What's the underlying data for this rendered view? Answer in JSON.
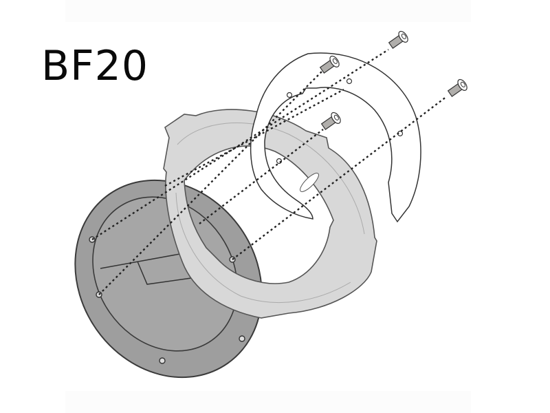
{
  "title": "BF20",
  "diagram": {
    "type": "exploded-assembly",
    "parts": [
      {
        "name": "fuel-cap-flange",
        "color": "#9e9e9e",
        "description": "dark gray elliptical base plate with 6 holes"
      },
      {
        "name": "tank-lock-ring",
        "color": "#d8d8d8",
        "description": "light gray notched ring"
      },
      {
        "name": "spacer-ring",
        "color": "#ffffff",
        "description": "white open C-shaped ring"
      },
      {
        "name": "screws",
        "count": 4,
        "color": "#b0aeab"
      }
    ],
    "dashed_guides": 5
  },
  "colors": {
    "outline": "#3a3a3a",
    "flange": "#9e9e9e",
    "ring": "#d8d8d8",
    "background": "#ffffff",
    "band": "#fcfcfc"
  }
}
